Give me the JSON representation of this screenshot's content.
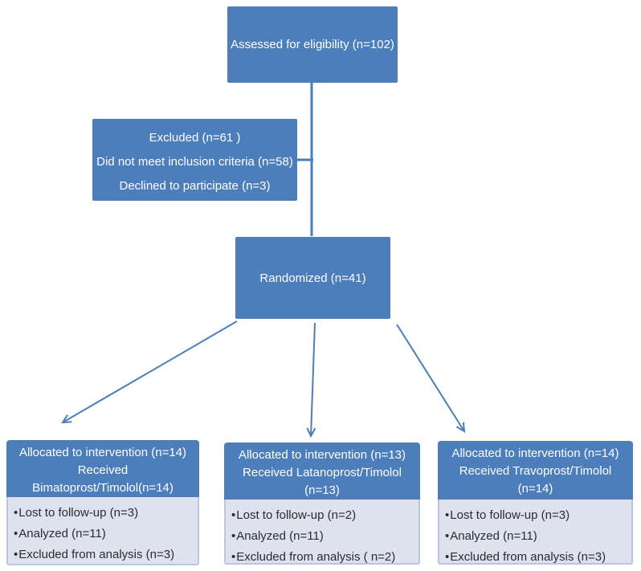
{
  "colors": {
    "node_fill_blue": "#4d7ebc",
    "node_text_white": "#ffffff",
    "outcome_fill_gray": "#dee2ee",
    "outcome_border_blue": "#b8c6e2",
    "outcome_text_dark": "#2b2b33",
    "connector_blue": "#4a7ebb",
    "background": "#ffffff"
  },
  "bullet_char": "•",
  "nodes": {
    "assessed": {
      "label": "Assessed for eligibility (n=102)"
    },
    "excluded": {
      "lines": [
        "Excluded (n=61 )",
        "Did not meet inclusion criteria (n=58)",
        "Declined to participate (n=3)"
      ]
    },
    "randomized": {
      "label": "Randomized (n=41)"
    },
    "arms": [
      {
        "allocation_lines": [
          "Allocated to intervention (n=14)",
          "Received",
          "Bimatoprost/Timolol(n=14)"
        ],
        "outcome_bullets": [
          "Lost to follow-up (n=3)",
          "Analyzed (n=11)",
          "Excluded from analysis (n=3)"
        ]
      },
      {
        "allocation_lines": [
          "Allocated to intervention (n=13)",
          "Received Latanoprost/Timolol",
          "(n=13)"
        ],
        "outcome_bullets": [
          "Lost to follow-up (n=2)",
          "Analyzed (n=11)",
          "Excluded from analysis ( n=2)"
        ]
      },
      {
        "allocation_lines": [
          "Allocated to intervention (n=14)",
          "Received Travoprost/Timolol",
          "(n=14)"
        ],
        "outcome_bullets": [
          "Lost to follow-up (n=3)",
          "Analyzed (n=11)",
          "Excluded from analysis (n=3)"
        ]
      }
    ]
  }
}
